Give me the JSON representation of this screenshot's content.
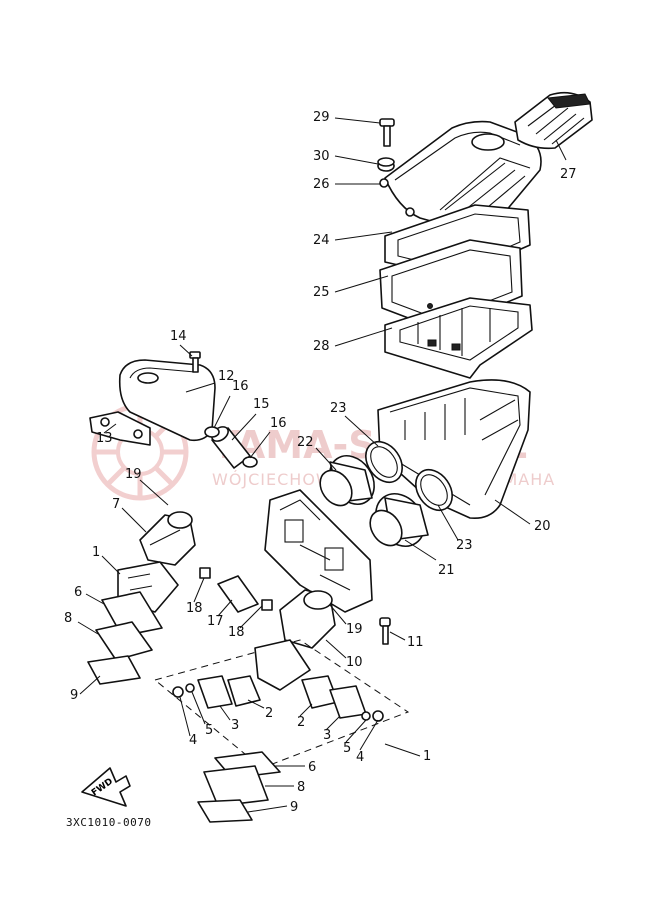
{
  "watermark": {
    "brand": "YAMA-SHOP.PL",
    "tagline": "WÓJCIECHOWSKI",
    "tagline2": "YAMAHA",
    "color": "#e9bcbc"
  },
  "diagram_code": "3XC1010-0070",
  "direction_label": "FWD",
  "callouts": [
    {
      "id": "c29",
      "text": "29"
    },
    {
      "id": "c30",
      "text": "30"
    },
    {
      "id": "c26",
      "text": "26"
    },
    {
      "id": "c27",
      "text": "27"
    },
    {
      "id": "c24",
      "text": "24"
    },
    {
      "id": "c25",
      "text": "25"
    },
    {
      "id": "c28",
      "text": "28"
    },
    {
      "id": "c14",
      "text": "14"
    },
    {
      "id": "c12",
      "text": "12"
    },
    {
      "id": "c16a",
      "text": "16"
    },
    {
      "id": "c15",
      "text": "15"
    },
    {
      "id": "c16b",
      "text": "16"
    },
    {
      "id": "c13",
      "text": "13"
    },
    {
      "id": "c23a",
      "text": "23"
    },
    {
      "id": "c22",
      "text": "22"
    },
    {
      "id": "c20",
      "text": "20"
    },
    {
      "id": "c23b",
      "text": "23"
    },
    {
      "id": "c21",
      "text": "21"
    },
    {
      "id": "c19a",
      "text": "19"
    },
    {
      "id": "c7",
      "text": "7"
    },
    {
      "id": "c1a",
      "text": "1"
    },
    {
      "id": "c6a",
      "text": "6"
    },
    {
      "id": "c8a",
      "text": "8"
    },
    {
      "id": "c9a",
      "text": "9"
    },
    {
      "id": "c18a",
      "text": "18"
    },
    {
      "id": "c17",
      "text": "17"
    },
    {
      "id": "c18b",
      "text": "18"
    },
    {
      "id": "c19b",
      "text": "19"
    },
    {
      "id": "c11",
      "text": "11"
    },
    {
      "id": "c10",
      "text": "10"
    },
    {
      "id": "c2a",
      "text": "2"
    },
    {
      "id": "c3a",
      "text": "3"
    },
    {
      "id": "c4a",
      "text": "4"
    },
    {
      "id": "c5a",
      "text": "5"
    },
    {
      "id": "c2b",
      "text": "2"
    },
    {
      "id": "c3b",
      "text": "3"
    },
    {
      "id": "c5b",
      "text": "5"
    },
    {
      "id": "c4b",
      "text": "4"
    },
    {
      "id": "c1b",
      "text": "1"
    },
    {
      "id": "c6b",
      "text": "6"
    },
    {
      "id": "c8b",
      "text": "8"
    },
    {
      "id": "c9b",
      "text": "9"
    }
  ]
}
